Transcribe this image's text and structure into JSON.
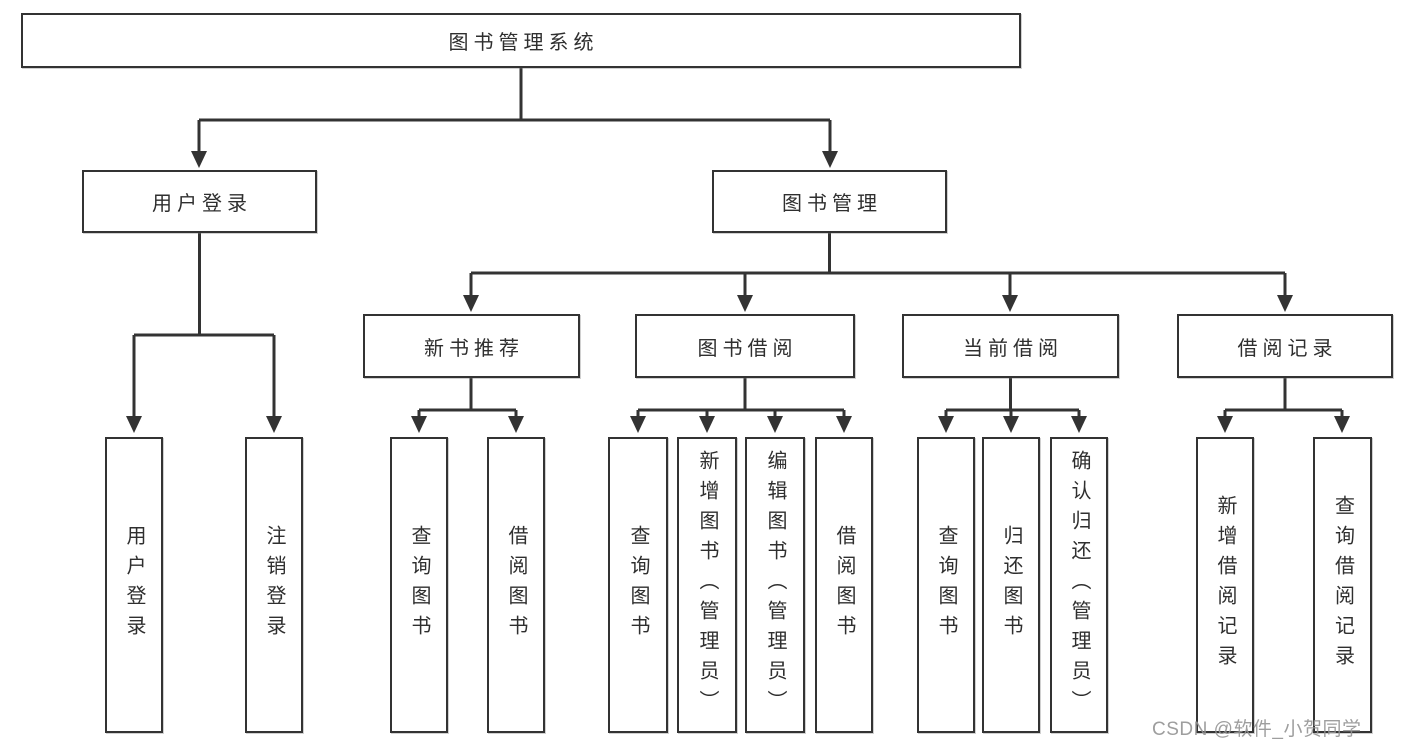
{
  "diagram_title": "图书管理系统",
  "watermark": {
    "text": "CSDN @软件_小贺同学"
  },
  "colors": {
    "line": "#333333",
    "box_border": "#333333",
    "text": "#2f2f2f",
    "watermark": "#949494",
    "background": "#ffffff"
  },
  "tree": {
    "root": {
      "label": "图书管理系统",
      "children": [
        {
          "label": "用户登录",
          "children": [
            {
              "label": "用户登录"
            },
            {
              "label": "注销登录"
            }
          ]
        },
        {
          "label": "图书管理",
          "children": [
            {
              "label": "新书推荐",
              "children": [
                {
                  "label": "查询图书"
                },
                {
                  "label": "借阅图书"
                }
              ]
            },
            {
              "label": "图书借阅",
              "children": [
                {
                  "label": "查询图书"
                },
                {
                  "label": "新增图书（管理员）"
                },
                {
                  "label": "编辑图书（管理员）"
                },
                {
                  "label": "借阅图书"
                }
              ]
            },
            {
              "label": "当前借阅",
              "children": [
                {
                  "label": "查询图书"
                },
                {
                  "label": "归还图书"
                },
                {
                  "label": "确认归还（管理员）"
                }
              ]
            },
            {
              "label": "借阅记录",
              "children": [
                {
                  "label": "新增借阅记录"
                },
                {
                  "label": "查询借阅记录"
                }
              ]
            }
          ]
        }
      ]
    }
  }
}
